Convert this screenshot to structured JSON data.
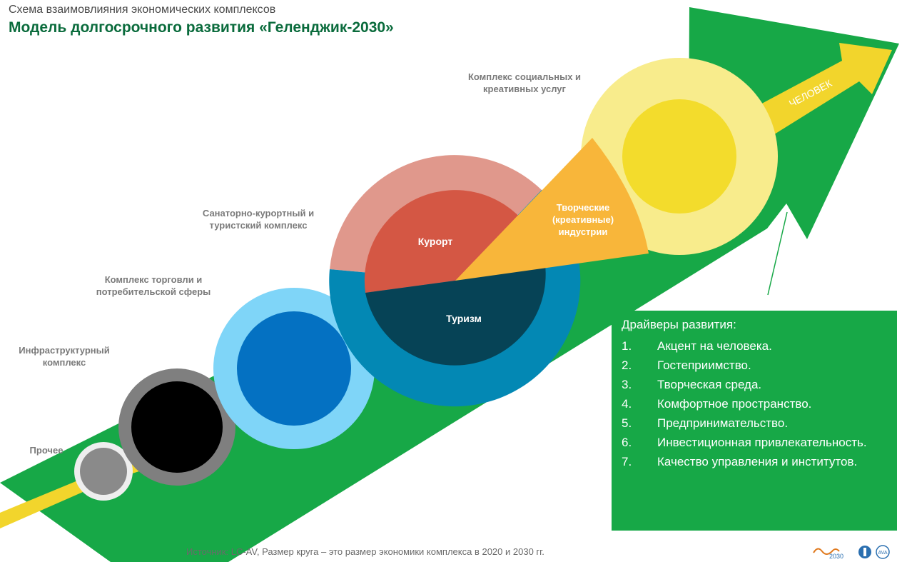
{
  "header": {
    "subtitle": "Схема взаимовлияния экономических комплексов",
    "title": "Модель долгосрочного развития «Геленджик-2030»"
  },
  "arrow_labels": {
    "chelovek": "ЧЕЛОВЕК"
  },
  "complexes": {
    "other": "Прочее",
    "infra": "Инфраструктурный комплекс",
    "trade": "Комплекс торговли и потребительской сферы",
    "resort": "Санаторно-курортный и туристский комплекс",
    "social": "Комплекс социальных и креативных услуг"
  },
  "segments": {
    "kurort": "Курорт",
    "turizm": "Туризм",
    "creative": "Творческие (креативные) индустрии"
  },
  "drivers": {
    "title": "Драйверы развития:",
    "items": [
      {
        "num": "1.",
        "text": "Акцент на человека."
      },
      {
        "num": "2.",
        "text": "Гостеприимство."
      },
      {
        "num": "3.",
        "text": "Творческая среда."
      },
      {
        "num": "4.",
        "text": "Комфортное пространство."
      },
      {
        "num": "5.",
        "text": "Предпринимательство."
      },
      {
        "num": "6.",
        "text": "Инвестиционная привлекательность."
      },
      {
        "num": "7.",
        "text": "Качество управления и институтов."
      }
    ]
  },
  "footer": {
    "source": "Источник: LC-AV, Размер круга – это размер экономики комплекса в 2020 и 2030 гг.",
    "logo_2030": "2030",
    "logo_ava": "AVA"
  },
  "colors": {
    "green_arrow": "#17a847",
    "yellow_arrow": "#f2d52c",
    "resort_outer": "#e0988c",
    "resort_inner": "#d45744",
    "tourism_outer": "#0388b4",
    "tourism_inner": "#064356",
    "creative": "#f8b63a",
    "social_outer": "#f8ec8c",
    "social_inner": "#f3dc2c",
    "trade_outer": "#7fd5f8",
    "trade_inner": "#0471c2",
    "infra_outer": "#7f7f7f",
    "infra_inner": "#000000",
    "other_outer": "#eeeeee",
    "other_inner": "#8a8a8a"
  }
}
